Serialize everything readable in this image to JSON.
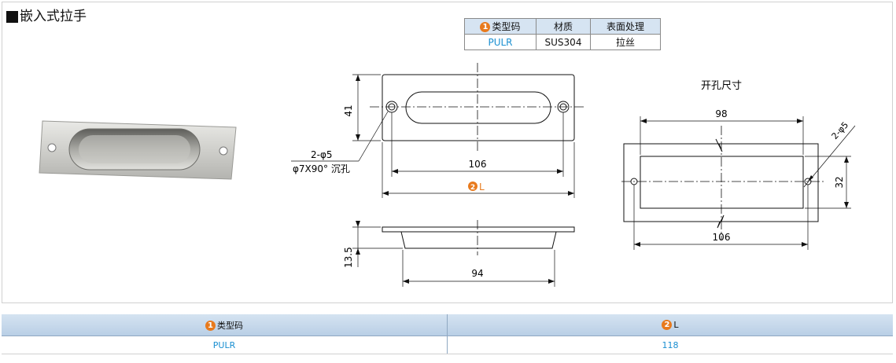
{
  "title": "嵌入式拉手",
  "spec_table": {
    "headers": [
      "类型码",
      "材质",
      "表面处理"
    ],
    "badge": "1",
    "row": [
      "PULR",
      "SUS304",
      "拉丝"
    ]
  },
  "drawing": {
    "dim_41": "41",
    "dim_106": "106",
    "dim_L": "L",
    "dim_L_badge": "2",
    "hole_note_1": "2-φ5",
    "hole_note_2": "φ7X90° 沉孔",
    "dim_13_5": "13.5",
    "dim_94": "94",
    "cutout_title": "开孔尺寸",
    "cutout_98": "98",
    "cutout_32": "32",
    "cutout_106": "106",
    "cutout_holes": "2-φ5"
  },
  "bottom_table": {
    "headers": [
      {
        "badge": "1",
        "label": "类型码"
      },
      {
        "badge": "2",
        "label": "L"
      }
    ],
    "rows": [
      [
        "PULR",
        "118"
      ]
    ]
  },
  "colors": {
    "accent_orange": "#e87a1d",
    "code_blue": "#1a8fd1",
    "header_bg": "#d6e4f2"
  }
}
